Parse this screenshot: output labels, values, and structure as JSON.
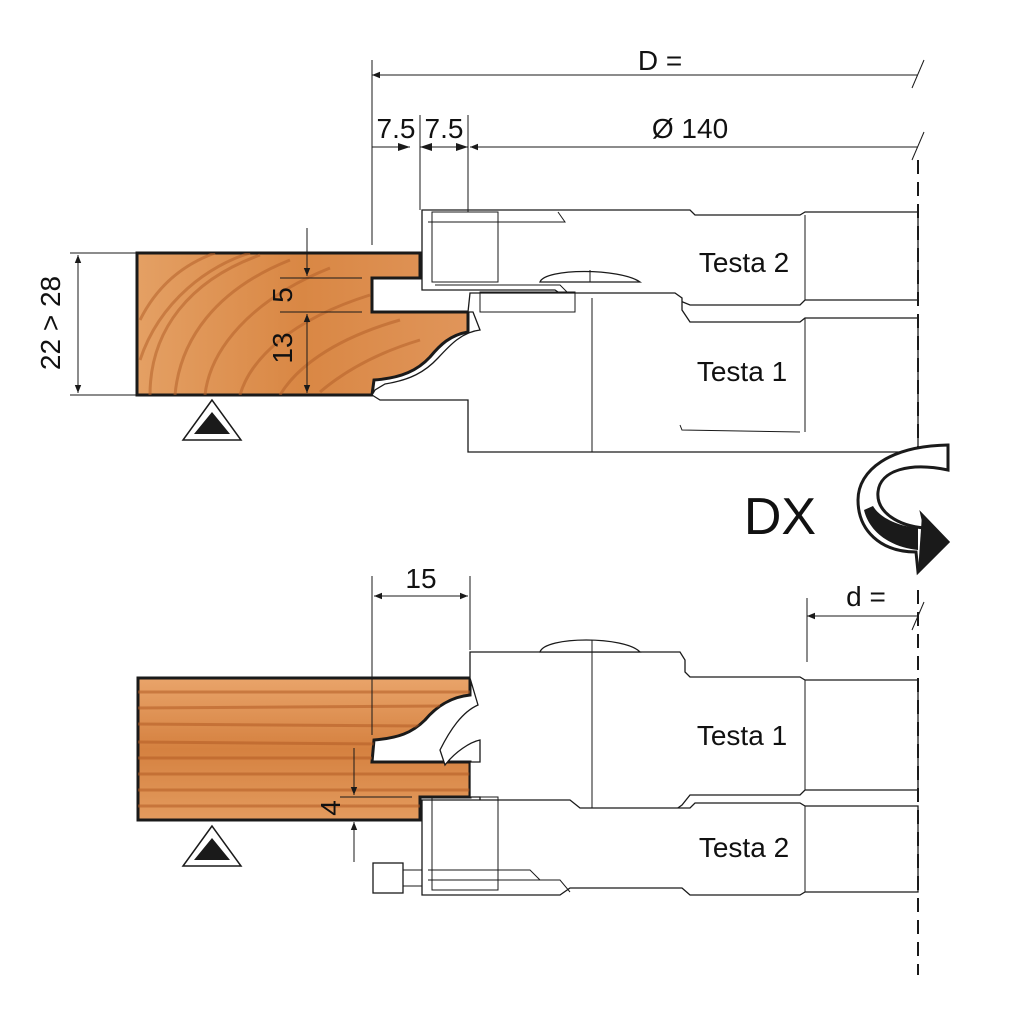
{
  "dimensions": {
    "overall_D": "D =",
    "cut_left": "7.5",
    "cut_right": "7.5",
    "diameter": "Ø 140",
    "thickness_range": "22 > 28",
    "groove_width": "5",
    "groove_offset": "13",
    "tenon_depth": "15",
    "tenon_offset": "4",
    "bore_d": "d ="
  },
  "heads": {
    "top_upper": "Testa 2",
    "top_lower": "Testa 1",
    "bottom_upper": "Testa 1",
    "bottom_lower": "Testa 2"
  },
  "rotation": {
    "label": "DX"
  },
  "colors": {
    "wood_light": "#e7a066",
    "wood_dark": "#c8692d",
    "wood_line": "#a8501f",
    "outline": "#1a1a1a"
  }
}
